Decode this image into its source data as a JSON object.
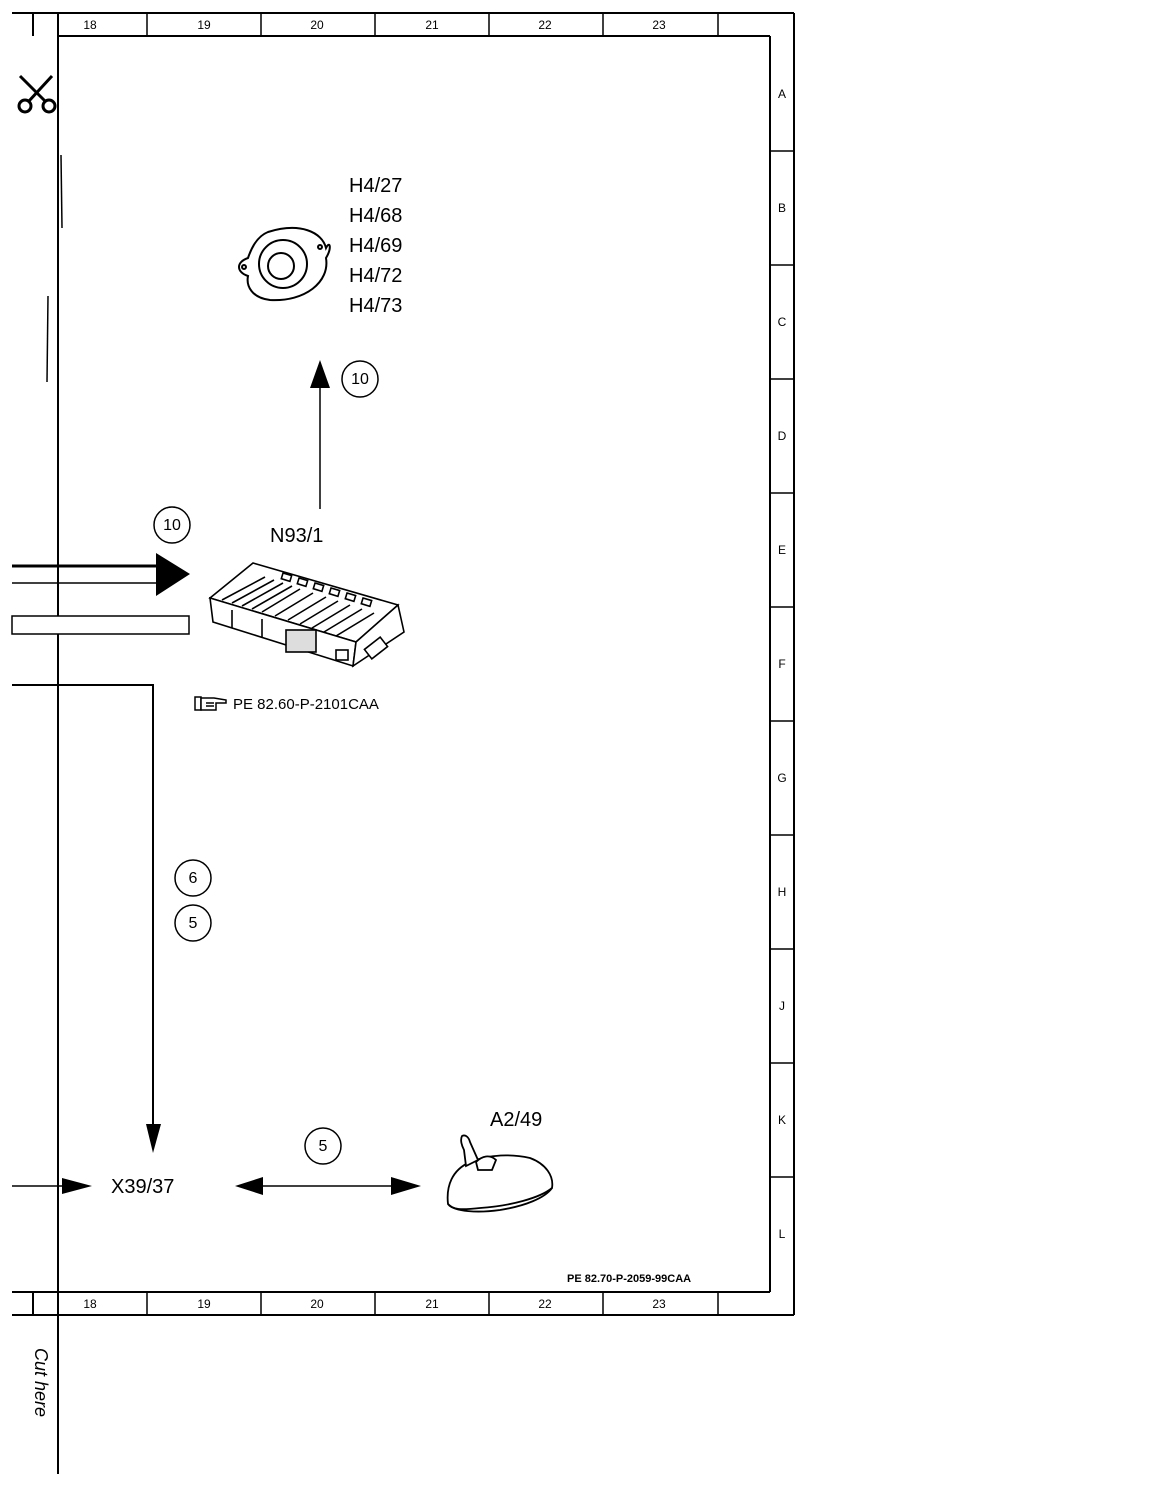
{
  "columns": [
    "18",
    "19",
    "20",
    "21",
    "22",
    "23"
  ],
  "rows": [
    "A",
    "B",
    "C",
    "D",
    "E",
    "F",
    "G",
    "H",
    "J",
    "K",
    "L"
  ],
  "speaker": {
    "labels": [
      "H4/27",
      "H4/68",
      "H4/69",
      "H4/72",
      "H4/73"
    ]
  },
  "module": {
    "label": "N93/1",
    "reference": "PE 82.60-P-2101CAA"
  },
  "antenna": {
    "label": "A2/49"
  },
  "connector": {
    "label": "X39/37"
  },
  "circled_numbers": {
    "to_speaker": "10",
    "to_module": "10",
    "vertical_a": "6",
    "vertical_b": "5",
    "to_antenna": "5"
  },
  "footer_reference": "PE 82.70-P-2059-99CAA",
  "cut_label": "Cut here",
  "icons": [
    "scissors-icon",
    "pointing-hand-icon"
  ]
}
